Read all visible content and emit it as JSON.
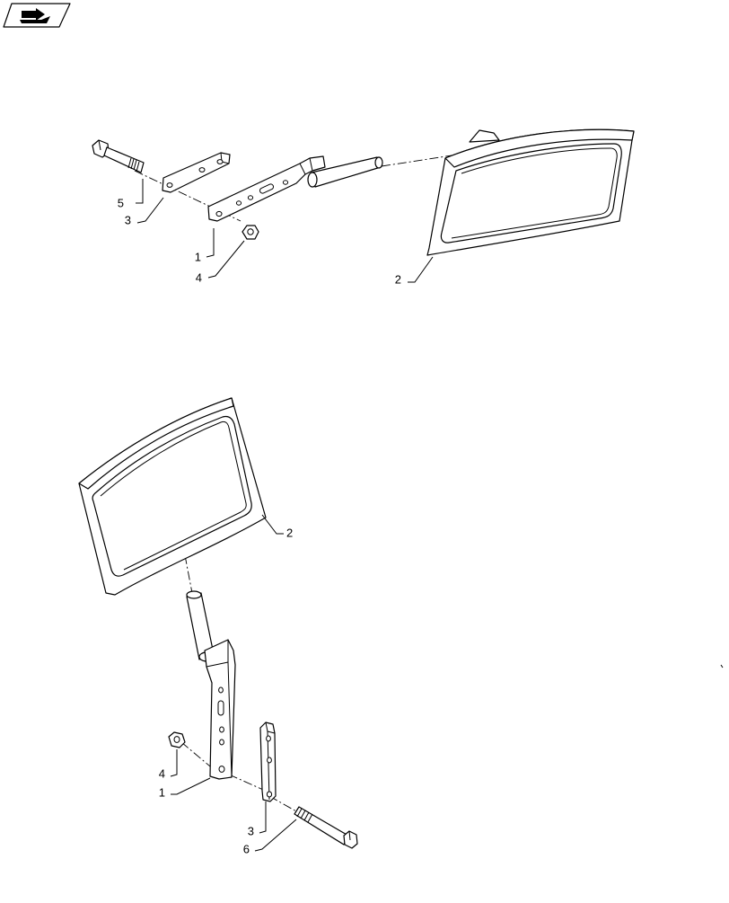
{
  "header": {
    "icon": "flip-arrow-icon"
  },
  "top_view": {
    "callouts": [
      {
        "id": "5",
        "label": "5"
      },
      {
        "id": "3",
        "label": "3"
      },
      {
        "id": "1",
        "label": "1"
      },
      {
        "id": "4",
        "label": "4"
      },
      {
        "id": "2",
        "label": "2"
      }
    ]
  },
  "bottom_view": {
    "callouts": [
      {
        "id": "2",
        "label": "2"
      },
      {
        "id": "4",
        "label": "4"
      },
      {
        "id": "1",
        "label": "1"
      },
      {
        "id": "3",
        "label": "3"
      },
      {
        "id": "6",
        "label": "6"
      }
    ]
  }
}
